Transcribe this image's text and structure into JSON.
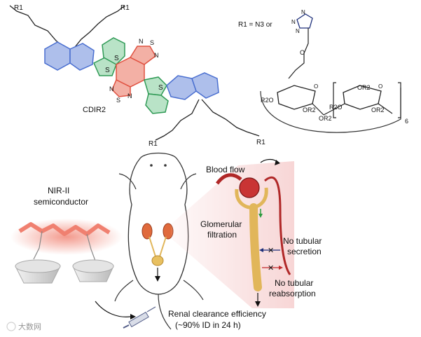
{
  "labels": {
    "r1_top_left": "R1",
    "r1_top_right": "R1",
    "r1_bottom_left": "R1",
    "r1_bottom_right": "R1",
    "ts_top": "S",
    "ts_left": "S",
    "ts_right_bottom": "S",
    "btd_n1": "N",
    "btd_s1": "S",
    "btd_n2": "N",
    "btd_n3": "N",
    "btd_s2": "S",
    "btd_n4": "N",
    "r1_definition": "R1 = N3 or",
    "triazole_n1": "N",
    "triazole_n2": "N",
    "triazole_n3": "N",
    "compound_name": "CDIR2",
    "cd_or2_1": "OR2",
    "cd_r2o_1": "R2O",
    "cd_or2_2": "OR2",
    "cd_r2o_2": "R2O",
    "cd_or2_3": "OR2",
    "cd_or2_4": "OR2",
    "cd_o_glyco": "O",
    "cd_o_ring1": "O",
    "cd_o_ring2": "O",
    "cd_subscript": "6",
    "nir_line1": "NIR-II",
    "nir_line2": "semiconductor",
    "blood_flow": "Blood flow",
    "glomerular_line1": "Glomerular",
    "glomerular_line2": "filtration",
    "no_secretion_line1": "No tubular",
    "no_secretion_line2": "secretion",
    "no_reabsorption_line1": "No tubular",
    "no_reabsorption_line2": "reabsorption",
    "renal_line1": "Renal clearance efficiency",
    "renal_line2": "(~90% ID in 24 h)",
    "watermark": "大数网"
  },
  "colors": {
    "fluorene": "#4a6fd0",
    "thiophene": "#2f9a55",
    "btd": "#e0503f",
    "kidney_tube": "#e1b65a",
    "blood": "#b02828",
    "glomerular_text": "#2b9a3c",
    "secretion_text": "#1d2f7a",
    "reabsorption_text": "#c0282a",
    "nir_glow": "#f08070"
  }
}
